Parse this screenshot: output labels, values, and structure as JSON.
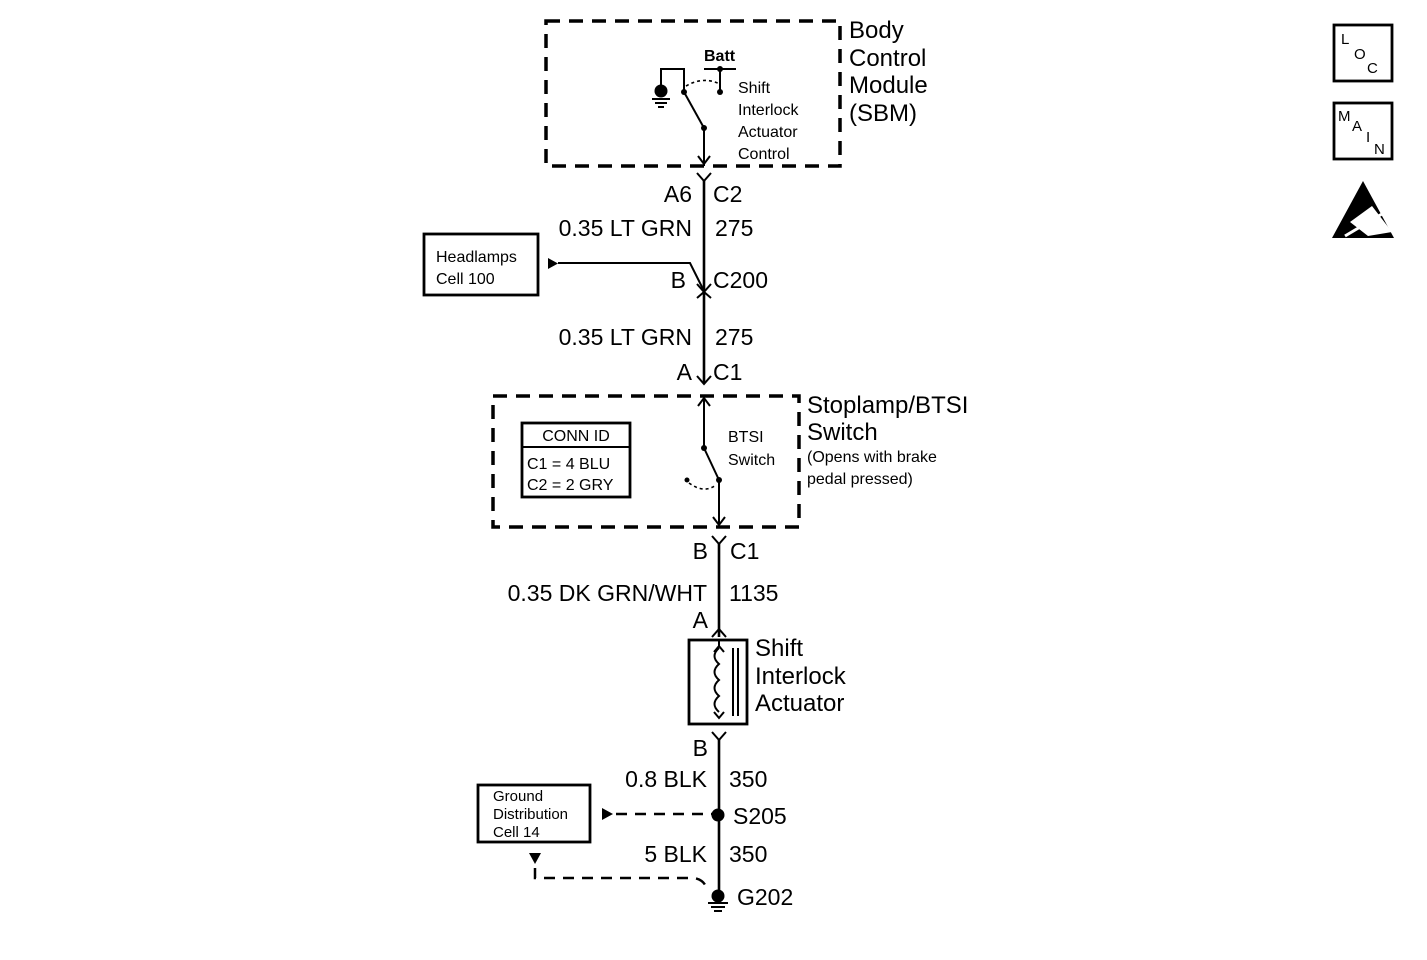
{
  "bcm": {
    "title_lines": [
      "Body",
      "Control",
      "Module",
      "(SBM)"
    ],
    "batt": "Batt",
    "control_lines": [
      "Shift",
      "Interlock",
      "Actuator",
      "Control"
    ]
  },
  "connectors": {
    "bcm_pin": "A6",
    "bcm_conn": "C2",
    "c200_pin": "B",
    "c200_conn": "C200",
    "switch_in_pin": "A",
    "switch_in_conn": "C1",
    "switch_out_pin": "B",
    "switch_out_conn": "C1",
    "actuator_in_pin": "A",
    "actuator_out_pin": "B"
  },
  "wires": {
    "w1_label": "0.35 LT GRN",
    "w1_circuit": "275",
    "w2_label": "0.35 LT GRN",
    "w2_circuit": "275",
    "w3_label": "0.35 DK GRN/WHT",
    "w3_circuit": "1135",
    "w4_label": "0.8 BLK",
    "w4_circuit": "350",
    "w5_label": "5 BLK",
    "w5_circuit": "350"
  },
  "headlamps": {
    "line1": "Headlamps",
    "line2": "Cell 100"
  },
  "switch": {
    "title_lines": [
      "Stoplamp/BTSI",
      "Switch"
    ],
    "note_lines": [
      "(Opens with brake",
      "pedal pressed)"
    ],
    "btsi_lines": [
      "BTSI",
      "Switch"
    ],
    "conn_id_title": "CONN ID",
    "conn_id_rows": [
      "C1 = 4 BLU",
      "C2 = 2 GRY"
    ]
  },
  "actuator": {
    "title_lines": [
      "Shift",
      "Interlock",
      "Actuator"
    ]
  },
  "splice": "S205",
  "ground": "G202",
  "ground_dist": {
    "lines": [
      "Ground",
      "Distribution",
      "Cell 14"
    ]
  },
  "icons": {
    "loc_letters": [
      "L",
      "O",
      "C"
    ],
    "main_letters": [
      "M",
      "A",
      "I",
      "N"
    ],
    "esd": "esd-warning-icon"
  }
}
